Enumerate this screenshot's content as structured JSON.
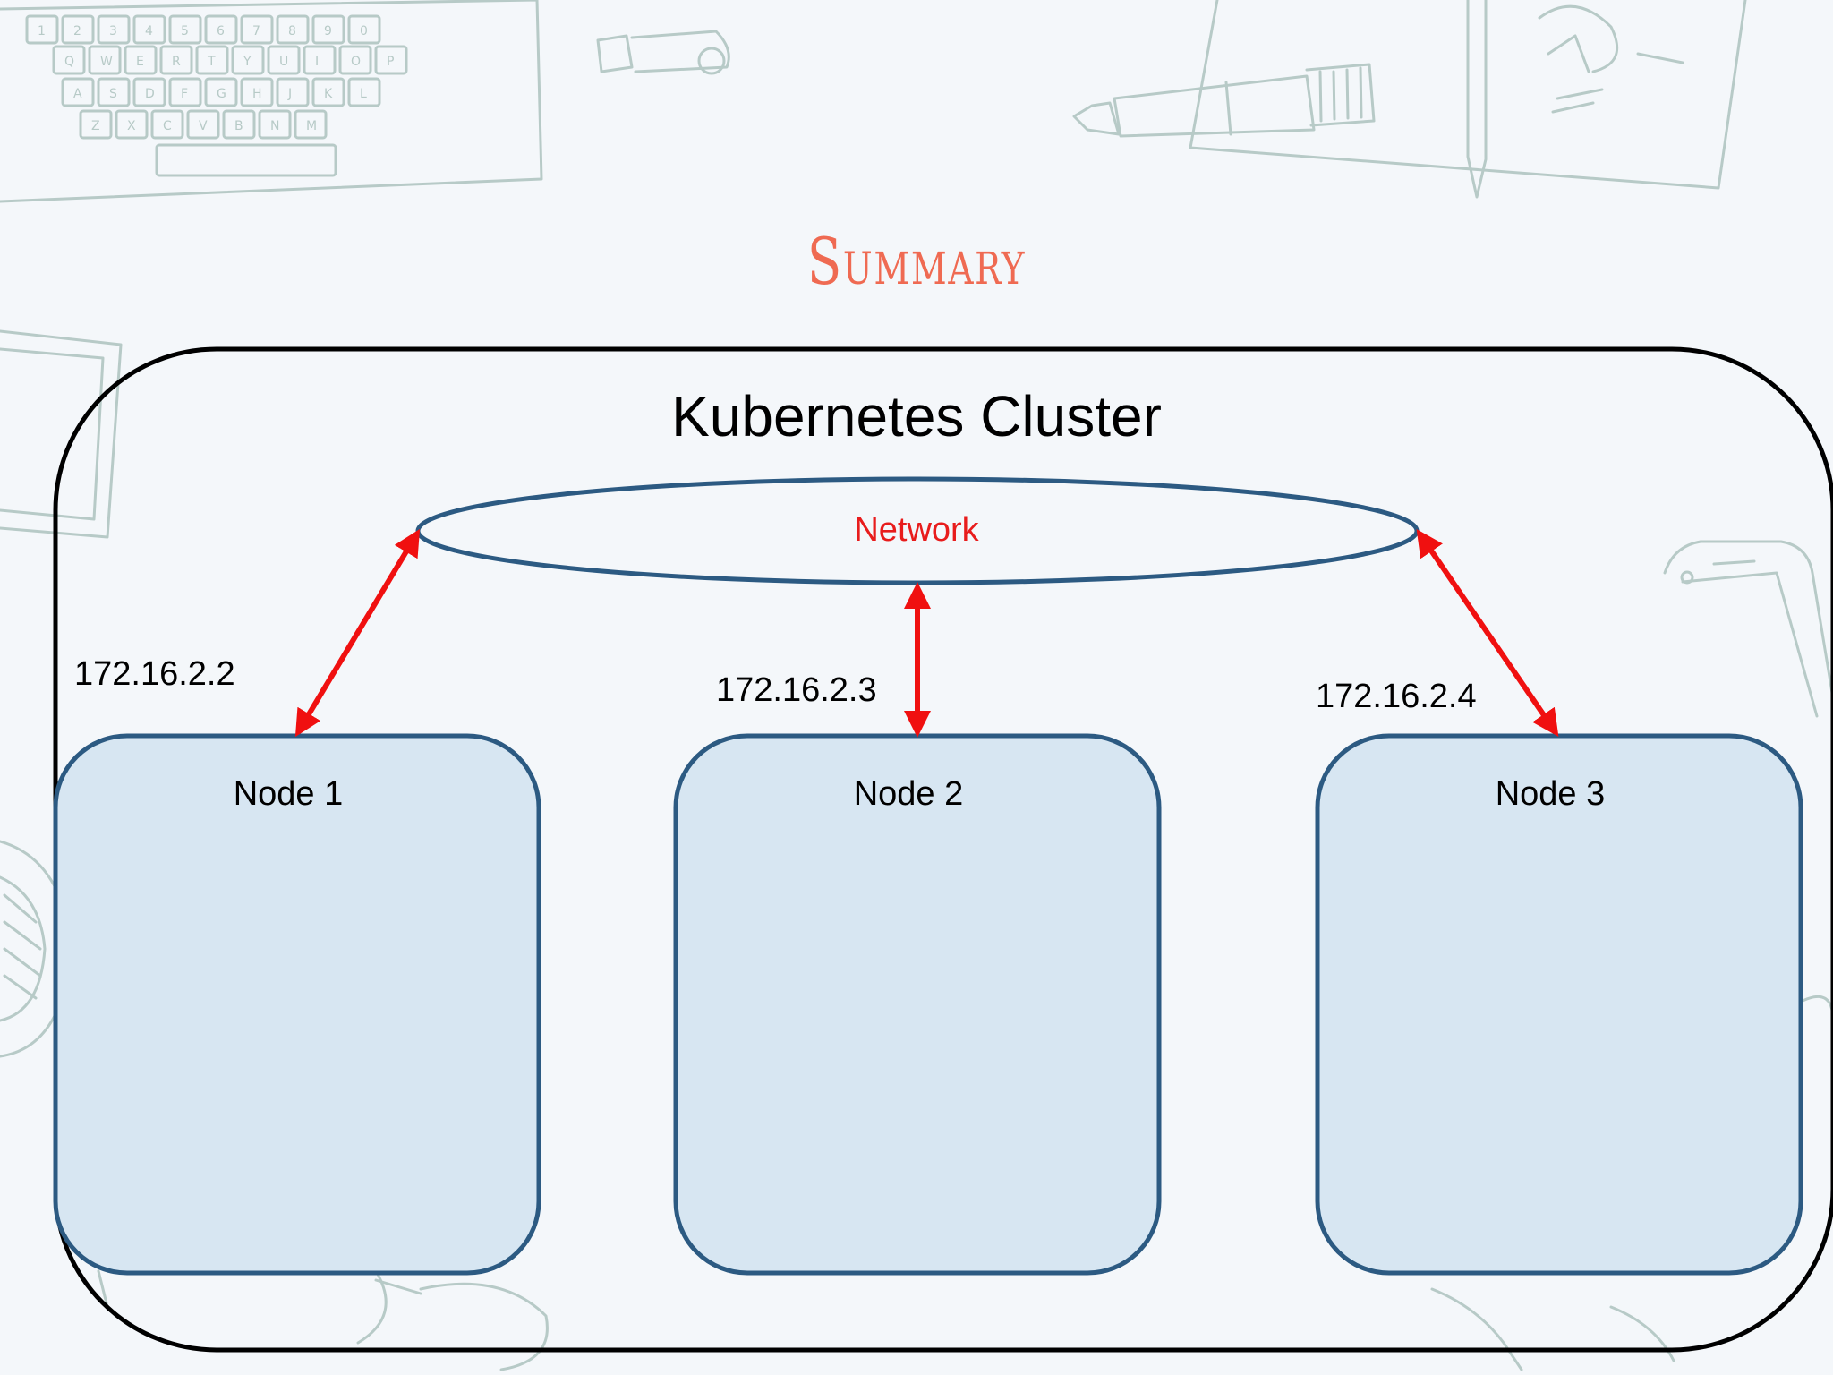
{
  "slide": {
    "title": "Summary"
  },
  "cluster": {
    "title": "Kubernetes Cluster",
    "network_label": "Network"
  },
  "nodes": [
    {
      "label": "Node 1",
      "ip": "172.16.2.2"
    },
    {
      "label": "Node 2",
      "ip": "172.16.2.3"
    },
    {
      "label": "Node 3",
      "ip": "172.16.2.4"
    }
  ],
  "keyboard_keys": {
    "number_row": [
      "1",
      "2",
      "3",
      "4",
      "5",
      "6",
      "7",
      "8",
      "9",
      "0"
    ],
    "top_row": [
      "Q",
      "W",
      "E",
      "R",
      "T",
      "Y",
      "U",
      "I",
      "O",
      "P"
    ],
    "home_row": [
      "A",
      "S",
      "D",
      "F",
      "G",
      "H",
      "J",
      "K",
      "L"
    ],
    "bottom_row": [
      "Z",
      "X",
      "C",
      "V",
      "B",
      "N",
      "M"
    ]
  },
  "colors": {
    "title": "#ef6a52",
    "network_label": "#e81c1c",
    "arrow": "#f01010",
    "node_fill": "#d7e6f2",
    "node_stroke": "#2c5a82",
    "cluster_stroke": "#000000",
    "background": "#f4f7fa",
    "doodle": "#b7cac7"
  },
  "icons": {
    "keyboard": "keyboard-doodle-icon",
    "usb": "usb-stick-doodle-icon",
    "marker": "marker-pen-doodle-icon",
    "notebook": "notebook-doodle-icon",
    "phone": "smartphone-doodle-icon",
    "glasses": "glasses-doodle-icon",
    "coffee": "coffee-cup-doodle-icon",
    "photo": "photo-frame-doodle-icon"
  }
}
